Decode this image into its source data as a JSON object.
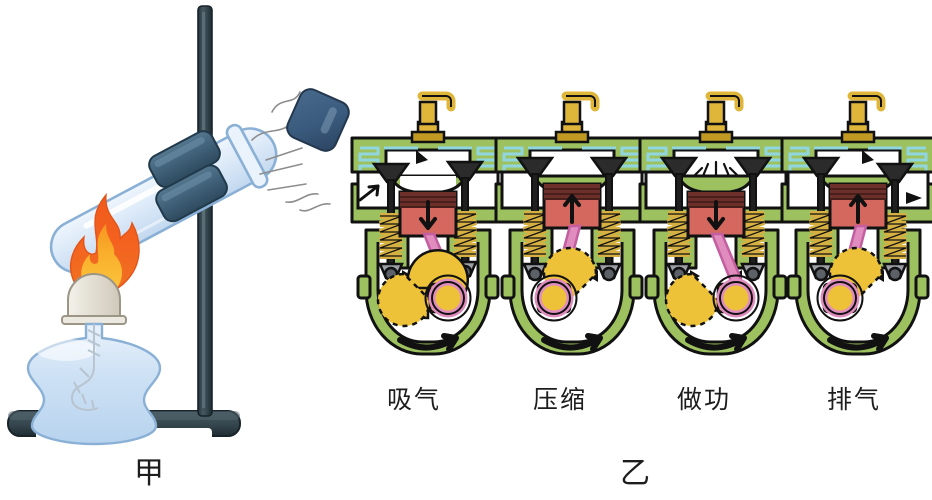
{
  "figure": {
    "title": "",
    "panels": [
      {
        "id": "jia",
        "label": "甲",
        "caption_role": "panel-caption",
        "description": "试管加热实验：酒精灯加热试管中的水，水蒸气将橡皮塞冲出",
        "components": [
          {
            "name": "iron-stand",
            "label": "铁架台"
          },
          {
            "name": "test-tube",
            "label": "试管"
          },
          {
            "name": "test-tube-clamp",
            "label": "试管夹"
          },
          {
            "name": "rubber-stopper",
            "label": "橡皮塞"
          },
          {
            "name": "alcohol-lamp",
            "label": "酒精灯"
          },
          {
            "name": "flame",
            "label": "火焰"
          },
          {
            "name": "steam-lines",
            "label": "水蒸气"
          }
        ]
      },
      {
        "id": "yi",
        "label": "乙",
        "caption_role": "panel-caption",
        "description": "四冲程内燃机的四个冲程",
        "strokes": [
          {
            "id": "intake",
            "label": "吸气",
            "piston": "down",
            "intake_valve": "open",
            "exhaust_valve": "closed",
            "spark": "off",
            "arrow": "down"
          },
          {
            "id": "compression",
            "label": "压缩",
            "piston": "up",
            "intake_valve": "closed",
            "exhaust_valve": "closed",
            "spark": "off",
            "arrow": "up"
          },
          {
            "id": "power",
            "label": "做功",
            "piston": "down",
            "intake_valve": "closed",
            "exhaust_valve": "closed",
            "spark": "on",
            "arrow": "down"
          },
          {
            "id": "exhaust",
            "label": "排气",
            "piston": "up",
            "intake_valve": "closed",
            "exhaust_valve": "open",
            "spark": "off",
            "arrow": "up"
          }
        ]
      }
    ]
  },
  "colors": {
    "engine_body": "#9dc15f",
    "engine_body_dark": "#8ab04f",
    "engine_outline": "#111111",
    "piston": "#d4685f",
    "piston_rings": "#6d2f2a",
    "spark_plug": "#e0b63a",
    "spark_plug_dark": "#c19a24",
    "crank_wheel": "#edc239",
    "conrod": "#e08cbe",
    "valve_spring": "#d6b040",
    "valve_stem": "#1f1f1f",
    "port_liner": "#8fd6e0",
    "stand_metal": "#3a4a52",
    "stand_metal_dark": "#2b383f",
    "glass": "#cfe0f2",
    "glass_light": "#eaf3fb",
    "flame_outer": "#f26a21",
    "flame_inner": "#f9b233",
    "stopper": "#3a5a7d",
    "stopper_dark": "#2c4560",
    "lamp_cap": "#e6e3da",
    "text": "#1d1d1d"
  }
}
